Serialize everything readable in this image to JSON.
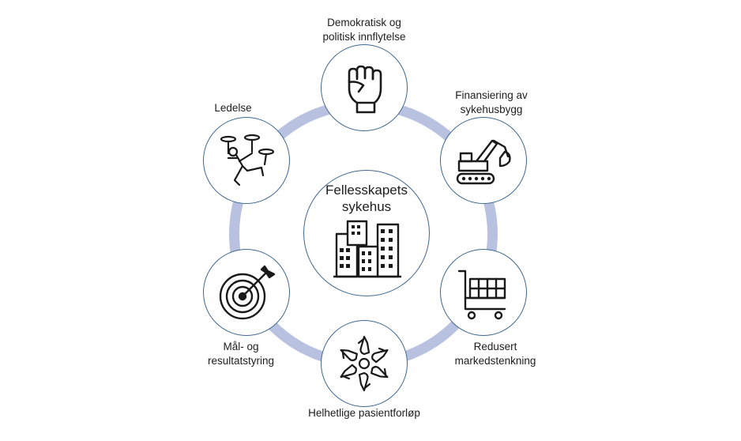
{
  "center": {
    "title_line1": "Fellesskapets",
    "title_line2": "sykehus",
    "icon": "buildings-icon"
  },
  "nodes": [
    {
      "id": "democracy",
      "line1": "Demokratisk og",
      "line2": "politisk innflytelse",
      "icon": "raised-fist-icon"
    },
    {
      "id": "financing",
      "line1": "Finansiering av",
      "line2": "sykehusbygg",
      "icon": "excavator-icon"
    },
    {
      "id": "market",
      "line1": "Redusert",
      "line2": "markedstenkning",
      "icon": "shopping-cart-icon"
    },
    {
      "id": "patient",
      "line1": "Helhetlige pasientforløp",
      "line2": "",
      "icon": "joined-hands-icon"
    },
    {
      "id": "goals",
      "line1": "Mål- og",
      "line2": "resultatstyring",
      "icon": "target-arrow-icon"
    },
    {
      "id": "leadership",
      "line1": "Ledelse",
      "line2": "",
      "icon": "puppet-icon"
    }
  ],
  "colors": {
    "ring": "#b9c1e0",
    "node_border": "#3f6890",
    "icon_stroke": "#1a1a1a"
  }
}
